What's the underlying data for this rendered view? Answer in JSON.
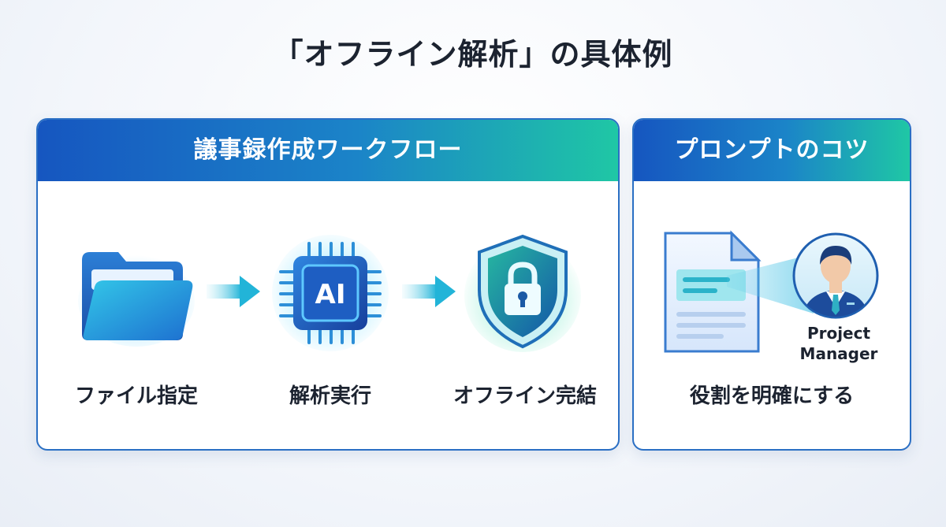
{
  "title": "「オフライン解析」の具体例",
  "workflow": {
    "header": "議事録作成ワークフロー",
    "steps": [
      {
        "label": "ファイル指定",
        "icon": "folder-icon"
      },
      {
        "label": "解析実行",
        "icon": "ai-chip-icon",
        "chip_text": "AI"
      },
      {
        "label": "オフライン完結",
        "icon": "shield-lock-icon"
      }
    ]
  },
  "tips": {
    "header": "プロンプトのコツ",
    "role_name": [
      "Project",
      "Manager"
    ],
    "label": "役割を明確にする",
    "icons": [
      "document-icon",
      "manager-avatar-icon"
    ]
  },
  "colors": {
    "header_start": "#1656c0",
    "header_end": "#1fc7a5",
    "border": "#2a6fc4",
    "text": "#1c2330"
  }
}
